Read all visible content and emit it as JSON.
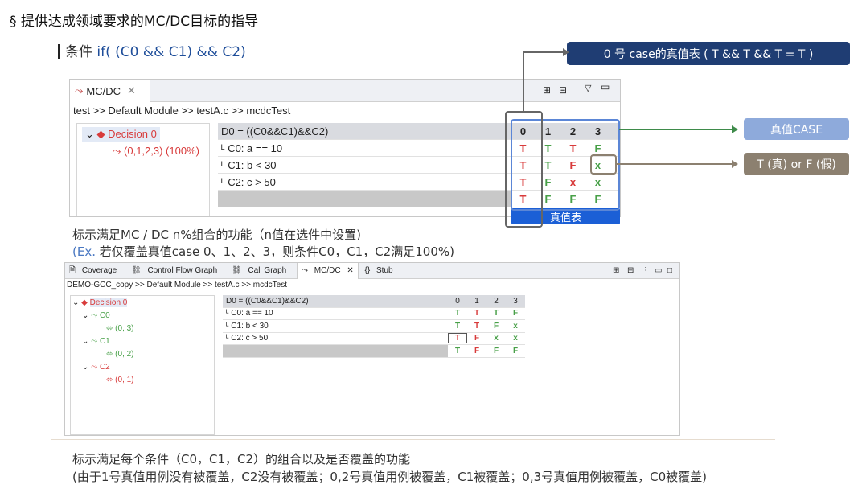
{
  "title": "§  提供达成领域要求的MC/DC目标的指导",
  "condition": {
    "label": "条件",
    "code": " if( (C0 && C1) && C2)"
  },
  "callouts": {
    "case0": "0 号 case的真值表 ( T && T && T = T )",
    "true_case": "真值CASE",
    "tf": "T (真)  or F (假)"
  },
  "panel_top": {
    "tab_label": "MC/DC",
    "breadcrumb": "test >> Default Module >> testA.c >> mcdcTest",
    "tree": {
      "decision": "Decision 0",
      "combo": "(0,1,2,3) (100%)"
    },
    "header": {
      "label": "D0 = ((C0&&C1)&&C2)",
      "cols": [
        "0",
        "1",
        "2",
        "3"
      ]
    },
    "rows": [
      {
        "label": "C0: a == 10",
        "cells": [
          "T",
          "T",
          "T",
          "F"
        ]
      },
      {
        "label": "C1: b < 30",
        "cells": [
          "T",
          "T",
          "F",
          "x"
        ]
      },
      {
        "label": "C2: c > 50",
        "cells": [
          "T",
          "F",
          "x",
          "x"
        ]
      },
      {
        "label": "",
        "cells": [
          "T",
          "F",
          "F",
          "F"
        ]
      }
    ],
    "truth_label": "真值表"
  },
  "captions": {
    "c1": "标示满足MC / DC n%组合的功能（n值在选件中设置)",
    "c2_ex": "(Ex.",
    "c2": " 若仅覆盖真值case 0、1、2、3，则条件C0，C1，C2满足100%)",
    "c3": "标示满足每个条件（C0，C1，C2）的组合以及是否覆盖的功能",
    "c4": "(由于1号真值用例没有被覆盖，C2没有被覆盖；0,2号真值用例被覆盖，C1被覆盖；0,3号真值用例被覆盖，C0被覆盖)"
  },
  "panel_bottom": {
    "tabs": [
      "Coverage",
      "Control Flow Graph",
      "Call Graph",
      "MC/DC",
      "Stub"
    ],
    "breadcrumb": "DEMO-GCC_copy >> Default Module >> testA.c >> mcdcTest",
    "tree": [
      {
        "label": "Decision 0"
      },
      {
        "label": "C0"
      },
      {
        "label": "(0, 3)"
      },
      {
        "label": "C1"
      },
      {
        "label": "(0, 2)"
      },
      {
        "label": "C2"
      },
      {
        "label": "(0, 1)"
      }
    ],
    "header": {
      "label": "D0 = ((C0&&C1)&&C2)",
      "cols": [
        "0",
        "1",
        "2",
        "3"
      ]
    },
    "rows": [
      {
        "label": "C0: a == 10",
        "cells": [
          "T",
          "T",
          "T",
          "F"
        ]
      },
      {
        "label": "C1: b < 30",
        "cells": [
          "T",
          "T",
          "F",
          "x"
        ]
      },
      {
        "label": "C2: c > 50",
        "cells": [
          "T",
          "F",
          "x",
          "x"
        ]
      },
      {
        "label": "",
        "cells": [
          "T",
          "F",
          "F",
          "F"
        ]
      }
    ]
  },
  "colors": {
    "accent_dark": "#1f3d73",
    "accent_light": "#8eaadb",
    "brown": "#8c8070",
    "true_red": "#d83b3b",
    "green": "#48a048"
  }
}
